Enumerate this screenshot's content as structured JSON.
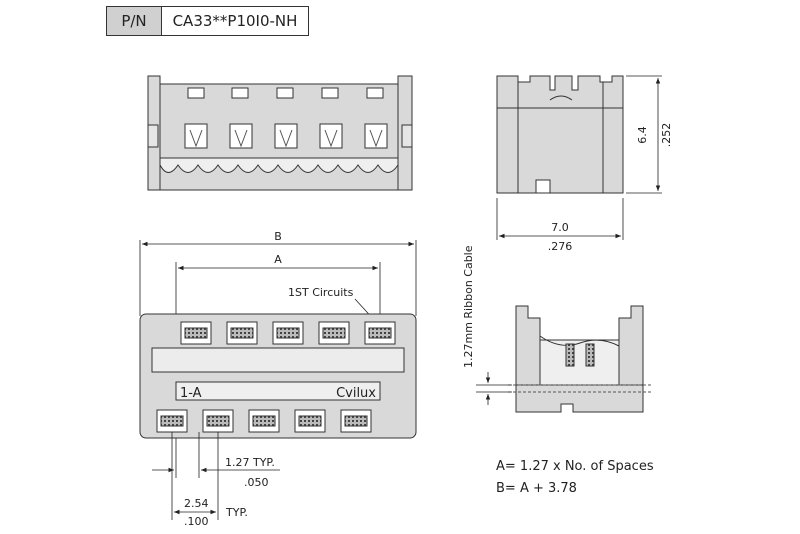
{
  "part_number": {
    "label": "P/N",
    "value": "CA33**P10I0-NH"
  },
  "dimensions": {
    "height_mm": "6.4",
    "height_in": ".252",
    "width_mm": "7.0",
    "width_in": ".276",
    "b_label": "B",
    "a_label": "A",
    "pitch_mm": "1.27 TYP.",
    "pitch_in": ".050",
    "row_pitch_mm": "2.54",
    "row_pitch_in": ".100",
    "row_pitch_typ": "TYP."
  },
  "labels": {
    "first_circuit": "1ST Circuits",
    "ribbon_cable": "1.27mm Ribbon Cable",
    "marker": "1-A",
    "brand": "Cvilux"
  },
  "notes": {
    "a_formula": "A= 1.27 x No. of Spaces",
    "b_formula": "B= A + 3.78"
  }
}
